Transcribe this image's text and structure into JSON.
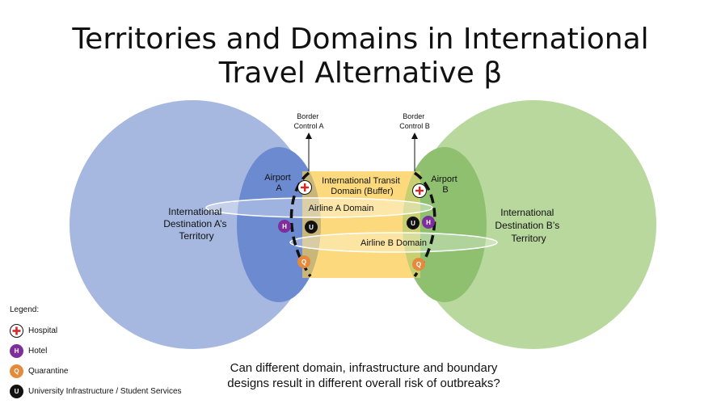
{
  "title": {
    "line1": "Territories and Domains in International",
    "line2": "Travel Alternative β"
  },
  "labels": {
    "territory_a": [
      "International",
      "Destination A’s",
      "Territory"
    ],
    "territory_b": [
      "International",
      "Destination B’s",
      "Territory"
    ],
    "airport_a": [
      "Airport",
      "A"
    ],
    "airport_b": [
      "Airport",
      "B"
    ],
    "transit": [
      "International Transit",
      "Domain (Buffer)"
    ],
    "airline_a": "Airline A Domain",
    "airline_b": "Airline B Domain",
    "border_a": [
      "Border",
      "Control A"
    ],
    "border_b": [
      "Border",
      "Control B"
    ]
  },
  "markers": {
    "hotel": "H",
    "university": "U",
    "quarantine": "Q"
  },
  "legend": {
    "heading": "Legend:",
    "items": [
      {
        "symbol": "hospital-icon",
        "text": "Hospital"
      },
      {
        "symbol": "H",
        "text": "Hotel"
      },
      {
        "symbol": "Q",
        "text": "Quarantine"
      },
      {
        "symbol": "U",
        "text": "University Infrastructure / Student Services"
      }
    ]
  },
  "question": {
    "line1": "Can different domain, infrastructure and boundary",
    "line2": "designs result in different overall risk of outbreaks?"
  },
  "colors": {
    "territory_a": "#a6b8e0",
    "territory_b": "#b8d89e",
    "airport_a": "#6c8ad0",
    "airport_b": "#8fc070",
    "transit": "#fbd97c",
    "hotel": "#7e2d9c",
    "quarantine": "#e58a3a",
    "university": "#111111",
    "hospital": "#d42828"
  }
}
